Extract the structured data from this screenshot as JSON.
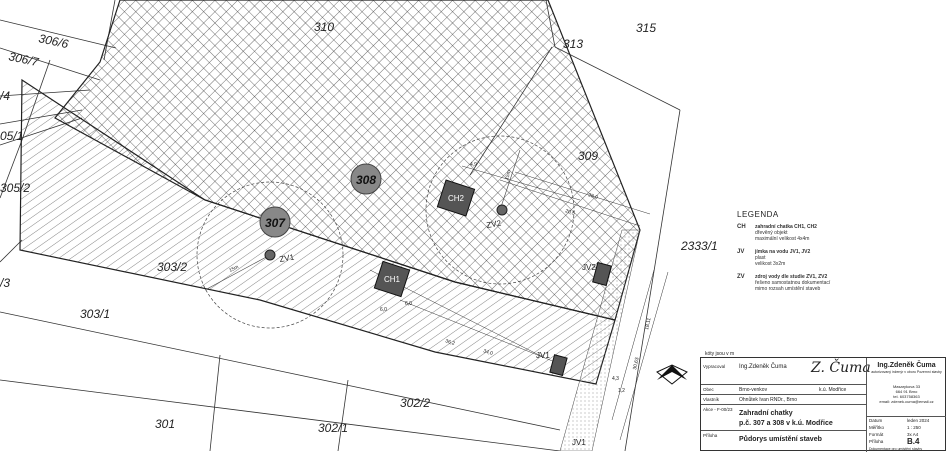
{
  "parcels": {
    "p310": "310",
    "p313": "313",
    "p315": "315",
    "p306_6": "306/6",
    "p306_7": "306/7",
    "p4": "/4",
    "p05_1": "05/1",
    "p305_2": "305/2",
    "p3": "/3",
    "p309": "309",
    "p2333_1": "2333/1",
    "p303_2": "303/2",
    "p303_1": "303/1",
    "p302_2": "302/2",
    "p302_1": "302/1",
    "p301": "301"
  },
  "circle_labels": {
    "c308": "308",
    "c307": "307"
  },
  "buildings": {
    "ch1": "CH1",
    "ch2": "CH2"
  },
  "wells": {
    "jv1a": "JV1",
    "jv1b": "JV1",
    "jv2": "JV2"
  },
  "sources": {
    "zv1": "ZV1",
    "zv2": "ZV2"
  },
  "radius": {
    "r1": "15m",
    "r2": "15m"
  },
  "dims": {
    "d1": "28,0",
    "d2": "20,5",
    "d3": "6,0",
    "d4": "34,0",
    "d5": "36,2",
    "d6": "18,11",
    "d7": "30,63",
    "d8": "4,9",
    "d9": "6,0",
    "d10": "4,3",
    "d11": "1,2"
  },
  "legend": {
    "title": "LEGENDA",
    "items": [
      {
        "code": "CH",
        "l1": "zahradní chatka CH1, CH2",
        "l2": "dřevěný objekt",
        "l3": "maximální velikost 4x4m"
      },
      {
        "code": "JV",
        "l1": "jímka na vodu JV1, JV2",
        "l2": "plast",
        "l3": "velikost 3x2m"
      },
      {
        "code": "ZV",
        "l1": "zdroj vody dle studie ZV1, ZV2",
        "l2": "řešeno samostatnou dokumentací",
        "l3": "mimo rozsah umístění staveb"
      }
    ]
  },
  "titleblock": {
    "units": "kóty jsou v m",
    "row_author_k": "Vypracoval",
    "author": "Ing.Zdeněk Čuma",
    "firm_name": "Ing.Zdeněk Čuma",
    "firm_sub": "autorizovaný inženýr v oboru Pozemní stavby",
    "firm_addr1": "Masarykova 33",
    "firm_addr2": "664 91 Brno",
    "firm_tel": "tel. 603758363",
    "firm_email": "email: zdenek.cuma@email.cz",
    "obec_k": "Obec",
    "obec": "Brno-venkov",
    "ku": "k.ú. Modřice",
    "inv_k": "Vlastník",
    "investor": "Ohnůtek Ivan RNDr., Brno",
    "akce_k": "Akce - F-00/23",
    "project_line1": "Zahradní chatky",
    "project_line2": "p.č. 307 a 308 v k.ú. Modřice",
    "priloha_k": "Příloha",
    "drawing_title": "Půdorys umístění staveb",
    "datum_k": "Datum",
    "datum": "leden 2024",
    "meritko_k": "Měřítko",
    "meritko": "1 : 250",
    "format_k": "Formát",
    "format": "3x A4",
    "priloha2_k": "Příloha",
    "sheet": "B.4",
    "dok_k": "Dokumentace pro umístění stavby"
  }
}
